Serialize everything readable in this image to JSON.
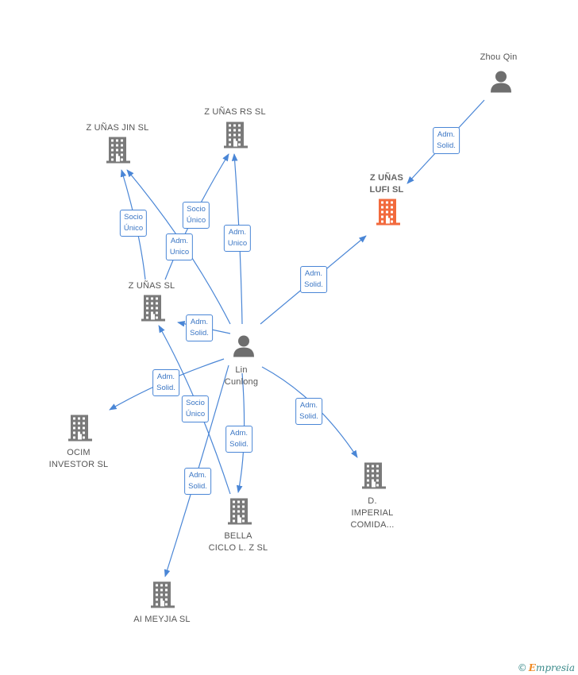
{
  "colors": {
    "edge": "#4a86d6",
    "company": "#7a7a7a",
    "highlight": "#f26a3d",
    "person": "#6e6e6e",
    "label_text": "#555555"
  },
  "nodes": [
    {
      "id": "zhouqin",
      "type": "person",
      "label": [
        "Zhou Qin"
      ]
    },
    {
      "id": "lufi",
      "type": "company",
      "highlight": true,
      "label": [
        "Z UÑAS",
        "LUFI  SL"
      ]
    },
    {
      "id": "rs",
      "type": "company",
      "label": [
        "Z UÑAS RS  SL"
      ]
    },
    {
      "id": "jin",
      "type": "company",
      "label": [
        "Z UÑAS JIN  SL"
      ]
    },
    {
      "id": "zunas",
      "type": "company",
      "label": [
        "Z UÑAS  SL"
      ]
    },
    {
      "id": "lin",
      "type": "person",
      "label": [
        "Lin",
        "Cunlong"
      ]
    },
    {
      "id": "ocim",
      "type": "company",
      "label": [
        "OCIM",
        "INVESTOR  SL"
      ]
    },
    {
      "id": "imperial",
      "type": "company",
      "label": [
        "D.",
        "IMPERIAL",
        "COMIDA..."
      ]
    },
    {
      "id": "bella",
      "type": "company",
      "label": [
        "BELLA",
        "CICLO L. Z  SL"
      ]
    },
    {
      "id": "meyjia",
      "type": "company",
      "label": [
        "AI MEYJIA  SL"
      ]
    }
  ],
  "edges": [
    {
      "from": "zhouqin",
      "to": "lufi",
      "label": [
        "Adm.",
        "Solid."
      ]
    },
    {
      "from": "lin",
      "to": "lufi",
      "label": [
        "Adm.",
        "Solid."
      ]
    },
    {
      "from": "lin",
      "to": "rs",
      "label": [
        "Adm.",
        "Unico"
      ]
    },
    {
      "from": "zunas",
      "to": "rs",
      "label": [
        "Socio",
        "Único"
      ]
    },
    {
      "from": "zunas",
      "to": "jin",
      "label": [
        "Socio",
        "Único"
      ]
    },
    {
      "from": "lin",
      "to": "jin",
      "label": [
        "Adm.",
        "Unico"
      ]
    },
    {
      "from": "lin",
      "to": "zunas",
      "label": [
        "Adm.",
        "Solid."
      ]
    },
    {
      "from": "lin",
      "to": "ocim",
      "label": [
        "Adm.",
        "Solid."
      ]
    },
    {
      "from": "lin",
      "to": "imperial",
      "label": [
        "Adm.",
        "Solid."
      ]
    },
    {
      "from": "lin",
      "to": "bella",
      "label": [
        "Adm.",
        "Solid."
      ]
    },
    {
      "from": "bella",
      "to": "zunas",
      "label": [
        "Socio",
        "Único"
      ]
    },
    {
      "from": "lin",
      "to": "meyjia",
      "label": [
        "Adm.",
        "Solid."
      ]
    }
  ],
  "watermark": {
    "copyright": "©",
    "brand_first": "E",
    "brand_rest": "mpresia"
  }
}
